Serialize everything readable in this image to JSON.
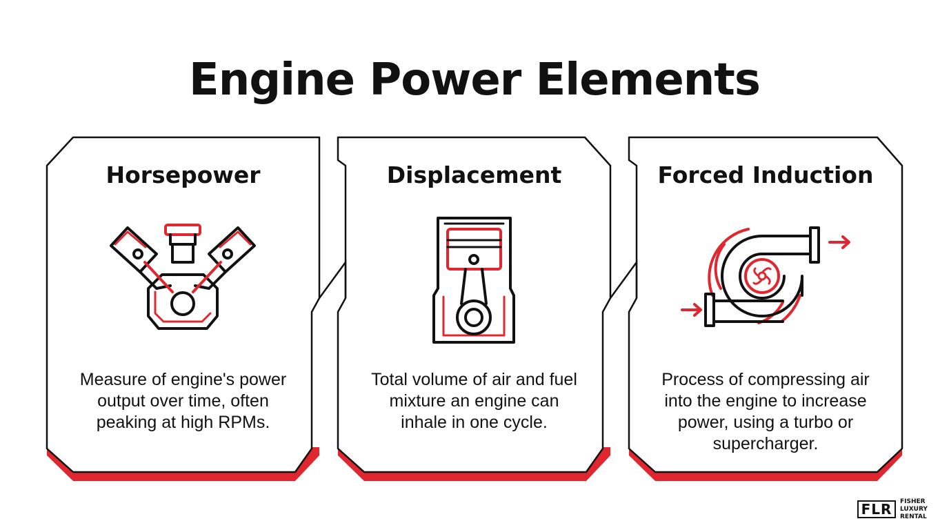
{
  "title": "Engine Power Elements",
  "cards": [
    {
      "heading": "Horsepower",
      "icon": "v-engine-icon",
      "desc_lines": [
        "Measure of engine's power",
        "output over time, often",
        "peaking at high RPMs."
      ]
    },
    {
      "heading": "Displacement",
      "icon": "piston-cylinder-icon",
      "desc_lines": [
        "Total volume of air and fuel",
        "mixture an engine can",
        "inhale in one cycle."
      ]
    },
    {
      "heading": "Forced Induction",
      "icon": "turbocharger-icon",
      "desc_lines": [
        "Process of compressing air",
        "into the engine to increase",
        "power, using a turbo or",
        "supercharger."
      ]
    }
  ],
  "logo": {
    "mark": "FLR",
    "line1": "FISHER",
    "line2": "LUXURY",
    "line3": "RENTAL"
  },
  "colors": {
    "accent": "#e0262e",
    "ink": "#111111",
    "background": "#ffffff"
  }
}
